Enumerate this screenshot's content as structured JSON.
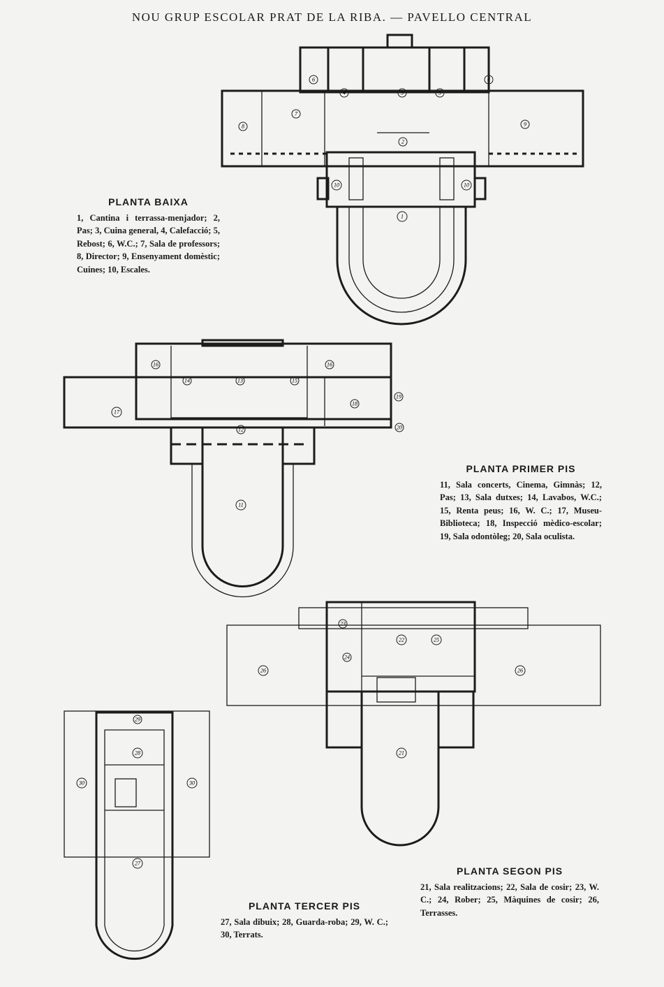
{
  "title": "NOU GRUP ESCOLAR PRAT DE LA RIBA. — PAVELLO CENTRAL",
  "plans": {
    "baixa": {
      "heading": "PLANTA BAIXA",
      "legend": "1, Cantina i terrassa-menjador; 2, Pas; 3, Cuina general, 4, Calefacció; 5, Rebost; 6, W.C.; 7, Sala de professors; 8, Director; 9, Ensenyament domèstic; Cuines; 10, Escales.",
      "rooms": [
        "6",
        "4",
        "3",
        "5",
        "6",
        "7",
        "8",
        "9",
        "2",
        "10",
        "10",
        "1"
      ]
    },
    "primer": {
      "heading": "PLANTA PRIMER PIS",
      "legend": "11, Sala concerts, Cinema, Gimnàs; 12, Pas; 13, Sala dutxes; 14, Lavabos, W.C.; 15, Renta peus; 16, W. C.; 17, Museu-Biblioteca; 18, Inspecció mèdico-escolar; 19, Sala odontòleg; 20, Sala oculista.",
      "rooms": [
        "16",
        "14",
        "13",
        "15",
        "16",
        "17",
        "18",
        "19",
        "20",
        "12",
        "11"
      ]
    },
    "segon": {
      "heading": "PLANTA SEGON PIS",
      "legend": "21, Sala realitzacions; 22, Sala de cosir; 23, W. C.; 24, Rober; 25, Màquines de cosir; 26, Terrasses.",
      "rooms": [
        "23",
        "22",
        "25",
        "24",
        "26",
        "26",
        "21"
      ]
    },
    "tercer": {
      "heading": "PLANTA TERCER PIS",
      "legend": "27, Sala dibuix; 28, Guarda-roba; 29, W. C.; 30, Terrats.",
      "rooms": [
        "29",
        "28",
        "30",
        "30",
        "27"
      ]
    }
  }
}
